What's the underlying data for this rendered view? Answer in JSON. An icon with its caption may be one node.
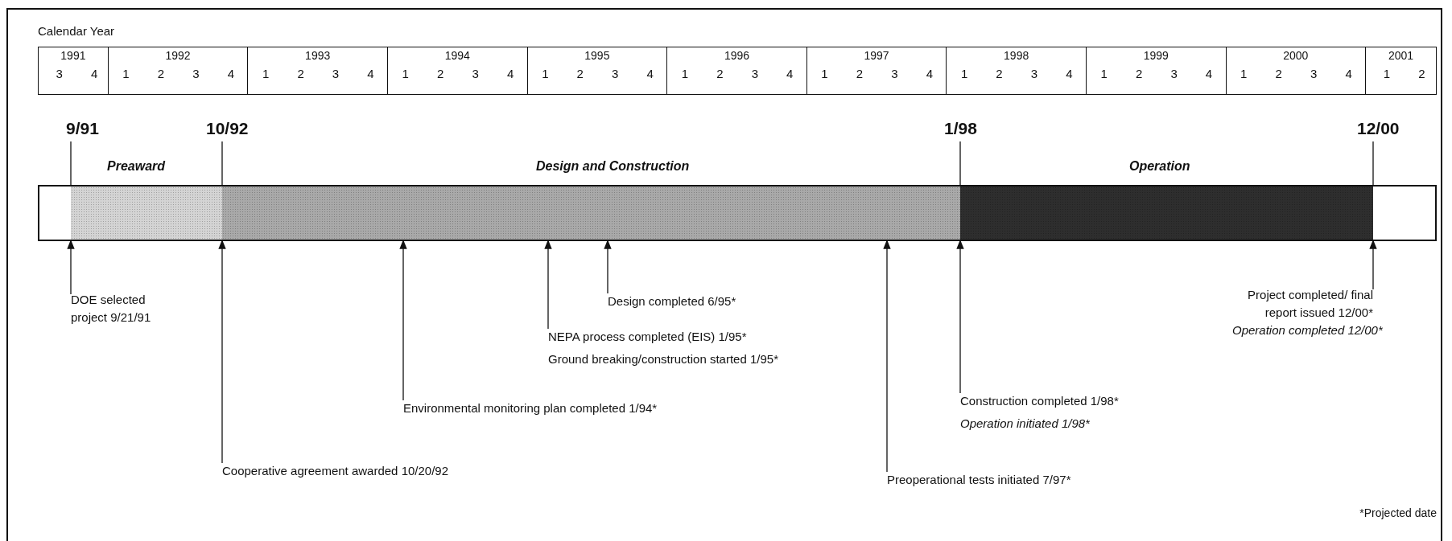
{
  "diagram": {
    "nodes": [
      {
        "text": [],
        "shape": "bar"
      },
      {
        "text": [
          "Preaward"
        ],
        "in": 0
      },
      {
        "text": [
          "Design and Construction"
        ],
        "in": 0
      },
      {
        "text": [
          "Operation"
        ],
        "in": 0
      },
      {
        "text": [
          "DOE selected project 9/21/91"
        ]
      },
      {
        "text": [
          "Cooperative agreement awarded 10/20/92"
        ]
      },
      {
        "text": [
          "Environmental monitoring plan completed 1/94*"
        ]
      },
      {
        "text": [
          "NEPA process completed (EIS) 1/95*",
          "Ground breaking/construction started 1/95*"
        ]
      },
      {
        "text": [
          "Design completed 6/95*"
        ]
      },
      {
        "text": [
          "Preoperational tests initiated 7/97*"
        ]
      },
      {
        "text": [
          "Construction completed 1/98*",
          "Operation initiated 1/98*"
        ]
      },
      {
        "text": [
          "Project completed/ final report issued 12/00*",
          "Operation completed 12/00*"
        ]
      }
    ],
    "edges": [
      {
        "from": 4,
        "to": 1,
        "arrow": "to"
      },
      {
        "from": 5,
        "to": 2,
        "arrow": "to"
      },
      {
        "from": 6,
        "to": 2,
        "arrow": "to"
      },
      {
        "from": 7,
        "to": 2,
        "arrow": "to"
      },
      {
        "from": 8,
        "to": 2,
        "arrow": "to"
      },
      {
        "from": 9,
        "to": 2,
        "arrow": "to"
      },
      {
        "from": 10,
        "to": 3,
        "arrow": "to"
      },
      {
        "from": 11,
        "to": 3,
        "arrow": "to"
      }
    ],
    "labels": [
      "Calendar Year",
      "1991",
      "1992",
      "1993",
      "1994",
      "1995",
      "1996",
      "1997",
      "1998",
      "1999",
      "2000",
      "2001",
      "3",
      "4",
      "1",
      "2",
      "3",
      "4",
      "1",
      "2",
      "3",
      "4",
      "1",
      "2",
      "3",
      "4",
      "1",
      "2",
      "3",
      "4",
      "1",
      "2",
      "3",
      "4",
      "1",
      "2",
      "3",
      "4",
      "1",
      "2",
      "3",
      "4",
      "1",
      "2",
      "3",
      "4",
      "1",
      "2",
      "3",
      "4",
      "1",
      "2",
      "9/91",
      "10/92",
      "1/98",
      "12/00",
      "*Projected date"
    ]
  }
}
